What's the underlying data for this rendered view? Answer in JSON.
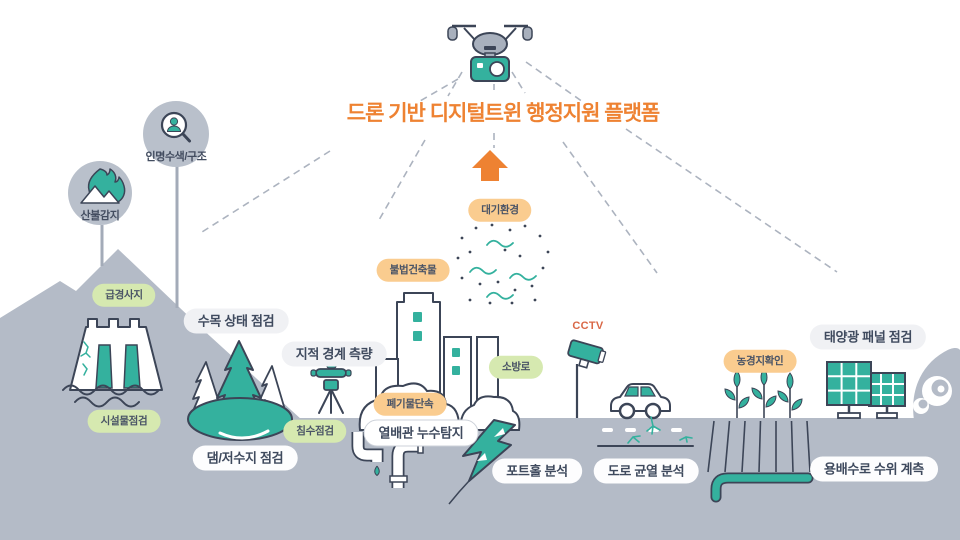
{
  "title": "드론 기반 디지털트윈 행정지원 플랫폼",
  "colors": {
    "accent_orange": "#EE8232",
    "teal": "#34B19E",
    "terrain_gray": "#B4BBC7",
    "outline_navy": "#3C4557",
    "pill_orange": "#FACC8F",
    "pill_green": "#D6E9B0",
    "cctv_text": "#D96847"
  },
  "balloons": {
    "wildfire": "산불감지",
    "rescue": "인명수색/구조"
  },
  "labels": {
    "steep_slope": "급경사지",
    "facility_check": "시설물점검",
    "tree_check": "수목 상태 점검",
    "cadastral_survey": "지적 경계 측량",
    "flood_check": "침수점검",
    "dam_check": "댐/저수지 점검",
    "illegal_building": "불법건축물",
    "air_env": "대기환경",
    "waste_control": "폐기물단속",
    "pipe_leak": "열배관 누수탐지",
    "fire_lane": "소방로",
    "pothole": "포트홀 분석",
    "cctv": "CCTV",
    "road_crack": "도로 균열 분석",
    "farmland": "농경지확인",
    "solar_check": "태양광 패널 점검",
    "waterway": "용배수로 수위 계측"
  }
}
